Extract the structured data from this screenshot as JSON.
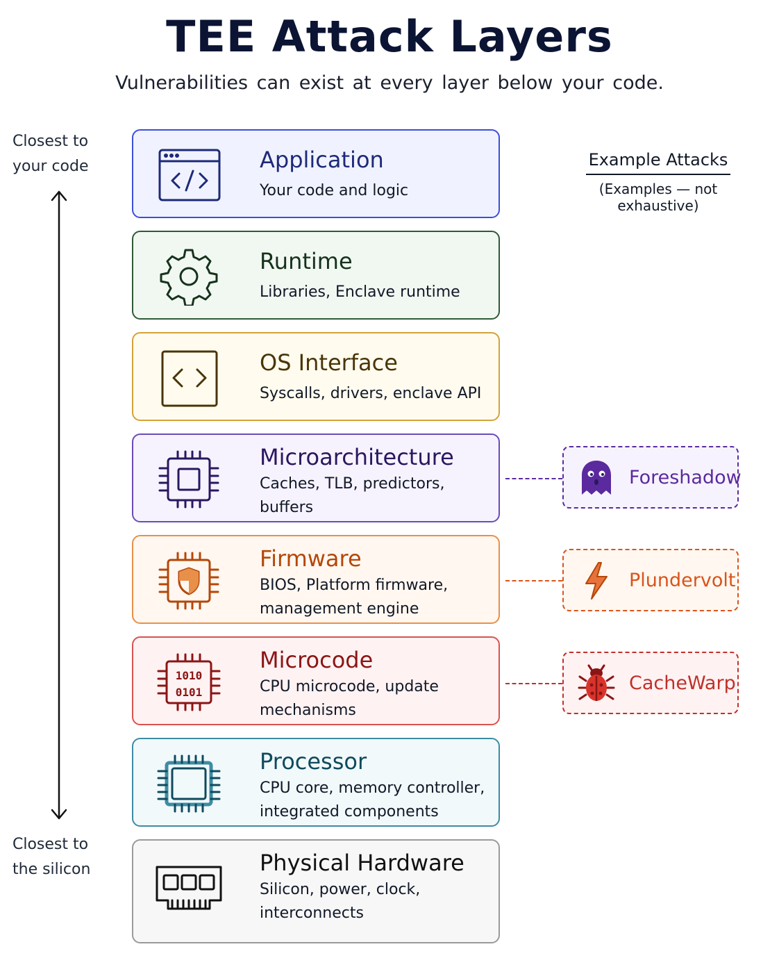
{
  "title": "TEE Attack Layers",
  "subtitle": "Vulnerabilities can exist at every layer below your code.",
  "axis": {
    "top_label": "Closest to\nyour code",
    "bottom_label": "Closest to\nthe silicon"
  },
  "layers": [
    {
      "name": "Application",
      "desc": "Your code and logic",
      "icon": "code-window-icon",
      "color": "#1e2a78",
      "bg": "#f0f3ff",
      "border": "#3b4fd8"
    },
    {
      "name": "Runtime",
      "desc": "Libraries, Enclave runtime",
      "icon": "gear-icon",
      "color": "#16321c",
      "bg": "#f1f8f2",
      "border": "#2f5a36"
    },
    {
      "name": "OS Interface",
      "desc": "Syscalls, drivers, enclave API",
      "icon": "code-brackets-icon",
      "color": "#4a3508",
      "bg": "#fffcef",
      "border": "#d4a238"
    },
    {
      "name": "Microarchitecture",
      "desc": "Caches, TLB, predictors, buffers",
      "icon": "chip-icon",
      "color": "#2a1760",
      "bg": "#f6f3ff",
      "border": "#6b4bb8"
    },
    {
      "name": "Firmware",
      "desc": "BIOS, Platform firmware, management engine",
      "icon": "shield-chip-icon",
      "color": "#b54708",
      "bg": "#fff7f0",
      "border": "#e8904a"
    },
    {
      "name": "Microcode",
      "desc": "CPU microcode, update mechanisms",
      "icon": "binary-chip-icon",
      "color": "#8b1515",
      "bg": "#fff2f2",
      "border": "#d9534f"
    },
    {
      "name": "Processor",
      "desc": "CPU core, memory controller, integrated components",
      "icon": "processor-icon",
      "color": "#0f4a5c",
      "bg": "#f1f9fb",
      "border": "#3d8ca3"
    },
    {
      "name": "Physical Hardware",
      "desc": "Silicon, power, clock, interconnects",
      "icon": "memory-module-icon",
      "color": "#111111",
      "bg": "#f7f7f7",
      "border": "#9a9a9a"
    }
  ],
  "examples": {
    "title": "Example Attacks",
    "subtitle": "(Examples — not exhaustive)",
    "attacks": [
      {
        "name": "Foreshadow",
        "layer": "Microarchitecture",
        "icon": "ghost-icon",
        "color": "#5b2a9e"
      },
      {
        "name": "Plundervolt",
        "layer": "Firmware",
        "icon": "lightning-icon",
        "color": "#d9541a"
      },
      {
        "name": "CacheWarp",
        "layer": "Microcode",
        "icon": "bug-icon",
        "color": "#c0302a"
      }
    ]
  }
}
